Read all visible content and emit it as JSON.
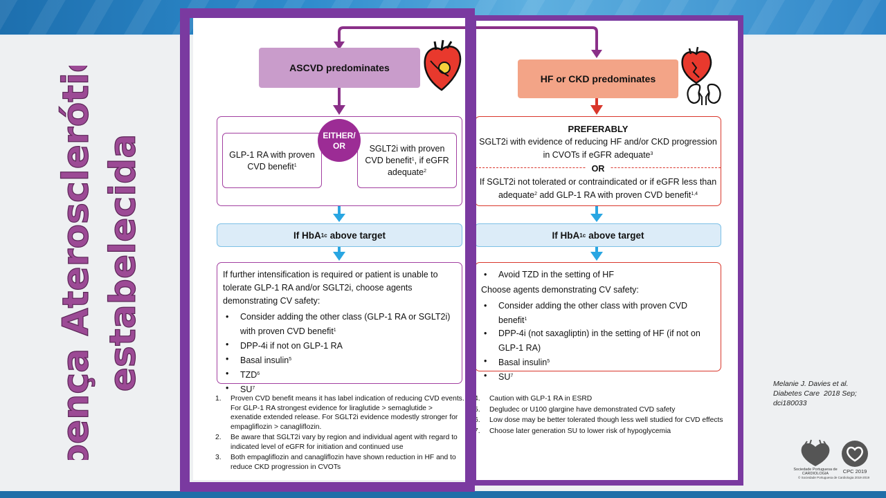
{
  "slide": {
    "side_title_line1": "Doença Aterosclerótica",
    "side_title_line2": "estabelecida",
    "colors": {
      "purple": "#7a3aa0",
      "ascvd": "#c99ccb",
      "hf": "#f3a487",
      "title": "#9c4a95"
    }
  },
  "ascvd": {
    "header": "ASCVD predominates",
    "either_label": "EITHER/\nOR",
    "glp1_text": "GLP-1 RA with proven CVD benefit",
    "glp1_sup": "1",
    "sglt2_text_a": "SGLT2i with proven CVD benefit",
    "sglt2_sup_a": "1",
    "sglt2_text_b": ", if eGFR adequate",
    "sglt2_sup_b": "2"
  },
  "hf": {
    "header": "HF or CKD predominates",
    "preferably": "PREFERABLY",
    "pref_text": "SGLT2i with evidence of reducing HF and/or CKD progression in CVOTs if eGFR adequate",
    "pref_sup": "3",
    "or_label": "OR",
    "alt_text_a": "If SGLT2i not tolerated or contraindicated or if eGFR less than adequate",
    "alt_sup_a": "2",
    "alt_text_b": " add GLP-1 RA with proven CVD benefit",
    "alt_sup_b": "1,4"
  },
  "hba1c": {
    "label_pre": "If HbA",
    "label_sub": "1c",
    "label_post": "above target"
  },
  "left_agents": {
    "intro": "If further intensification is required or patient is unable to tolerate GLP-1 RA and/or SGLT2i, choose agents demonstrating CV safety:",
    "items": [
      {
        "text": "Consider adding the other class (GLP-1 RA or SGLT2i) with proven CVD benefit",
        "sup": "1"
      },
      {
        "text": "DPP-4i if not on GLP-1 RA",
        "sup": ""
      },
      {
        "text": "Basal insulin",
        "sup": "5"
      },
      {
        "text": "TZD",
        "sup": "6"
      },
      {
        "text": "SU",
        "sup": "7"
      }
    ]
  },
  "right_agents": {
    "first_item": "Avoid TZD in the setting of HF",
    "intro": "Choose agents demonstrating CV safety:",
    "items": [
      {
        "text": "Consider adding the other class with proven CVD benefit",
        "sup": "1"
      },
      {
        "text": "DPP-4i (not saxagliptin) in the setting of HF (if not on GLP-1 RA)",
        "sup": ""
      },
      {
        "text": "Basal insulin",
        "sup": "5"
      },
      {
        "text": "SU",
        "sup": "7"
      }
    ]
  },
  "footnotes_left": [
    {
      "num": "1.",
      "text": "Proven CVD benefit means it has label indication of reducing CVD events. For GLP-1 RA strongest evidence for liraglutide > semaglutide > exenatide extended release. For SGLT2i evidence modestly stronger for empagliflozin > canagliflozin."
    },
    {
      "num": "2.",
      "text": "Be aware that SGLT2i vary by region and individual agent with regard to indicated level of eGFR for initiation and continued use"
    },
    {
      "num": "3.",
      "text": "Both empagliflozin and canagliflozin have shown reduction in HF and to reduce CKD progression in CVOTs"
    }
  ],
  "footnotes_right": [
    {
      "num": "4.",
      "text": "Caution with GLP-1 RA in ESRD"
    },
    {
      "num": "5.",
      "text": "Degludec or U100 glargine have demonstrated CVD safety"
    },
    {
      "num": "6.",
      "text": "Low dose may be better tolerated though less well studied for CVD effects"
    },
    {
      "num": "7.",
      "text": "Choose later generation SU to lower risk of hypoglycemia"
    }
  ],
  "citation": {
    "line1": "Melanie J. Davies et al.",
    "line2": "Diabetes Care  2018 Sep;",
    "line3": "dci180033"
  },
  "logos": {
    "spc_name": "Sociedade Portuguesa de CARDIOLOGIA",
    "cpc_name": "CPC 2019",
    "footer": "© Sociedade Portuguesa de Cardiologia 2018-2019"
  }
}
